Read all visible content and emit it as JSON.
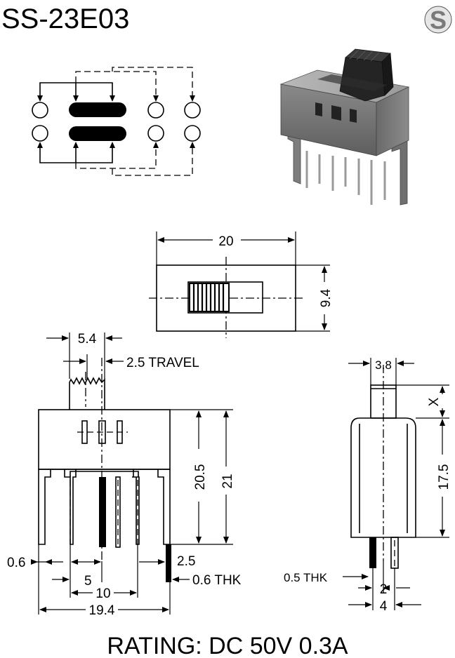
{
  "header": {
    "model": "SS-23E03",
    "logo_letter": "S"
  },
  "top_view": {
    "width_dim": "20",
    "height_dim": "9.4"
  },
  "front_view": {
    "actuator_dim": "5.4",
    "travel_dim": "2.5 TRAVEL",
    "body_height_dim": "20.5",
    "total_height_dim": "21",
    "pin_offset_dim": "0.6",
    "pin_length_dim": "2.5",
    "pitch_dim": "5",
    "pin_span_dim": "10",
    "body_width_dim": "19.4",
    "thickness_dim": "0.6 THK"
  },
  "side_view": {
    "actuator_width_dim": "3.8",
    "actuator_height_dim": "X",
    "body_height_dim": "17.5",
    "thickness_dim": "0.5 THK",
    "pin_pitch_dim": "2",
    "pin_span_dim": "4"
  },
  "footer": {
    "rating": "RATING: DC 50V 0.3A"
  }
}
